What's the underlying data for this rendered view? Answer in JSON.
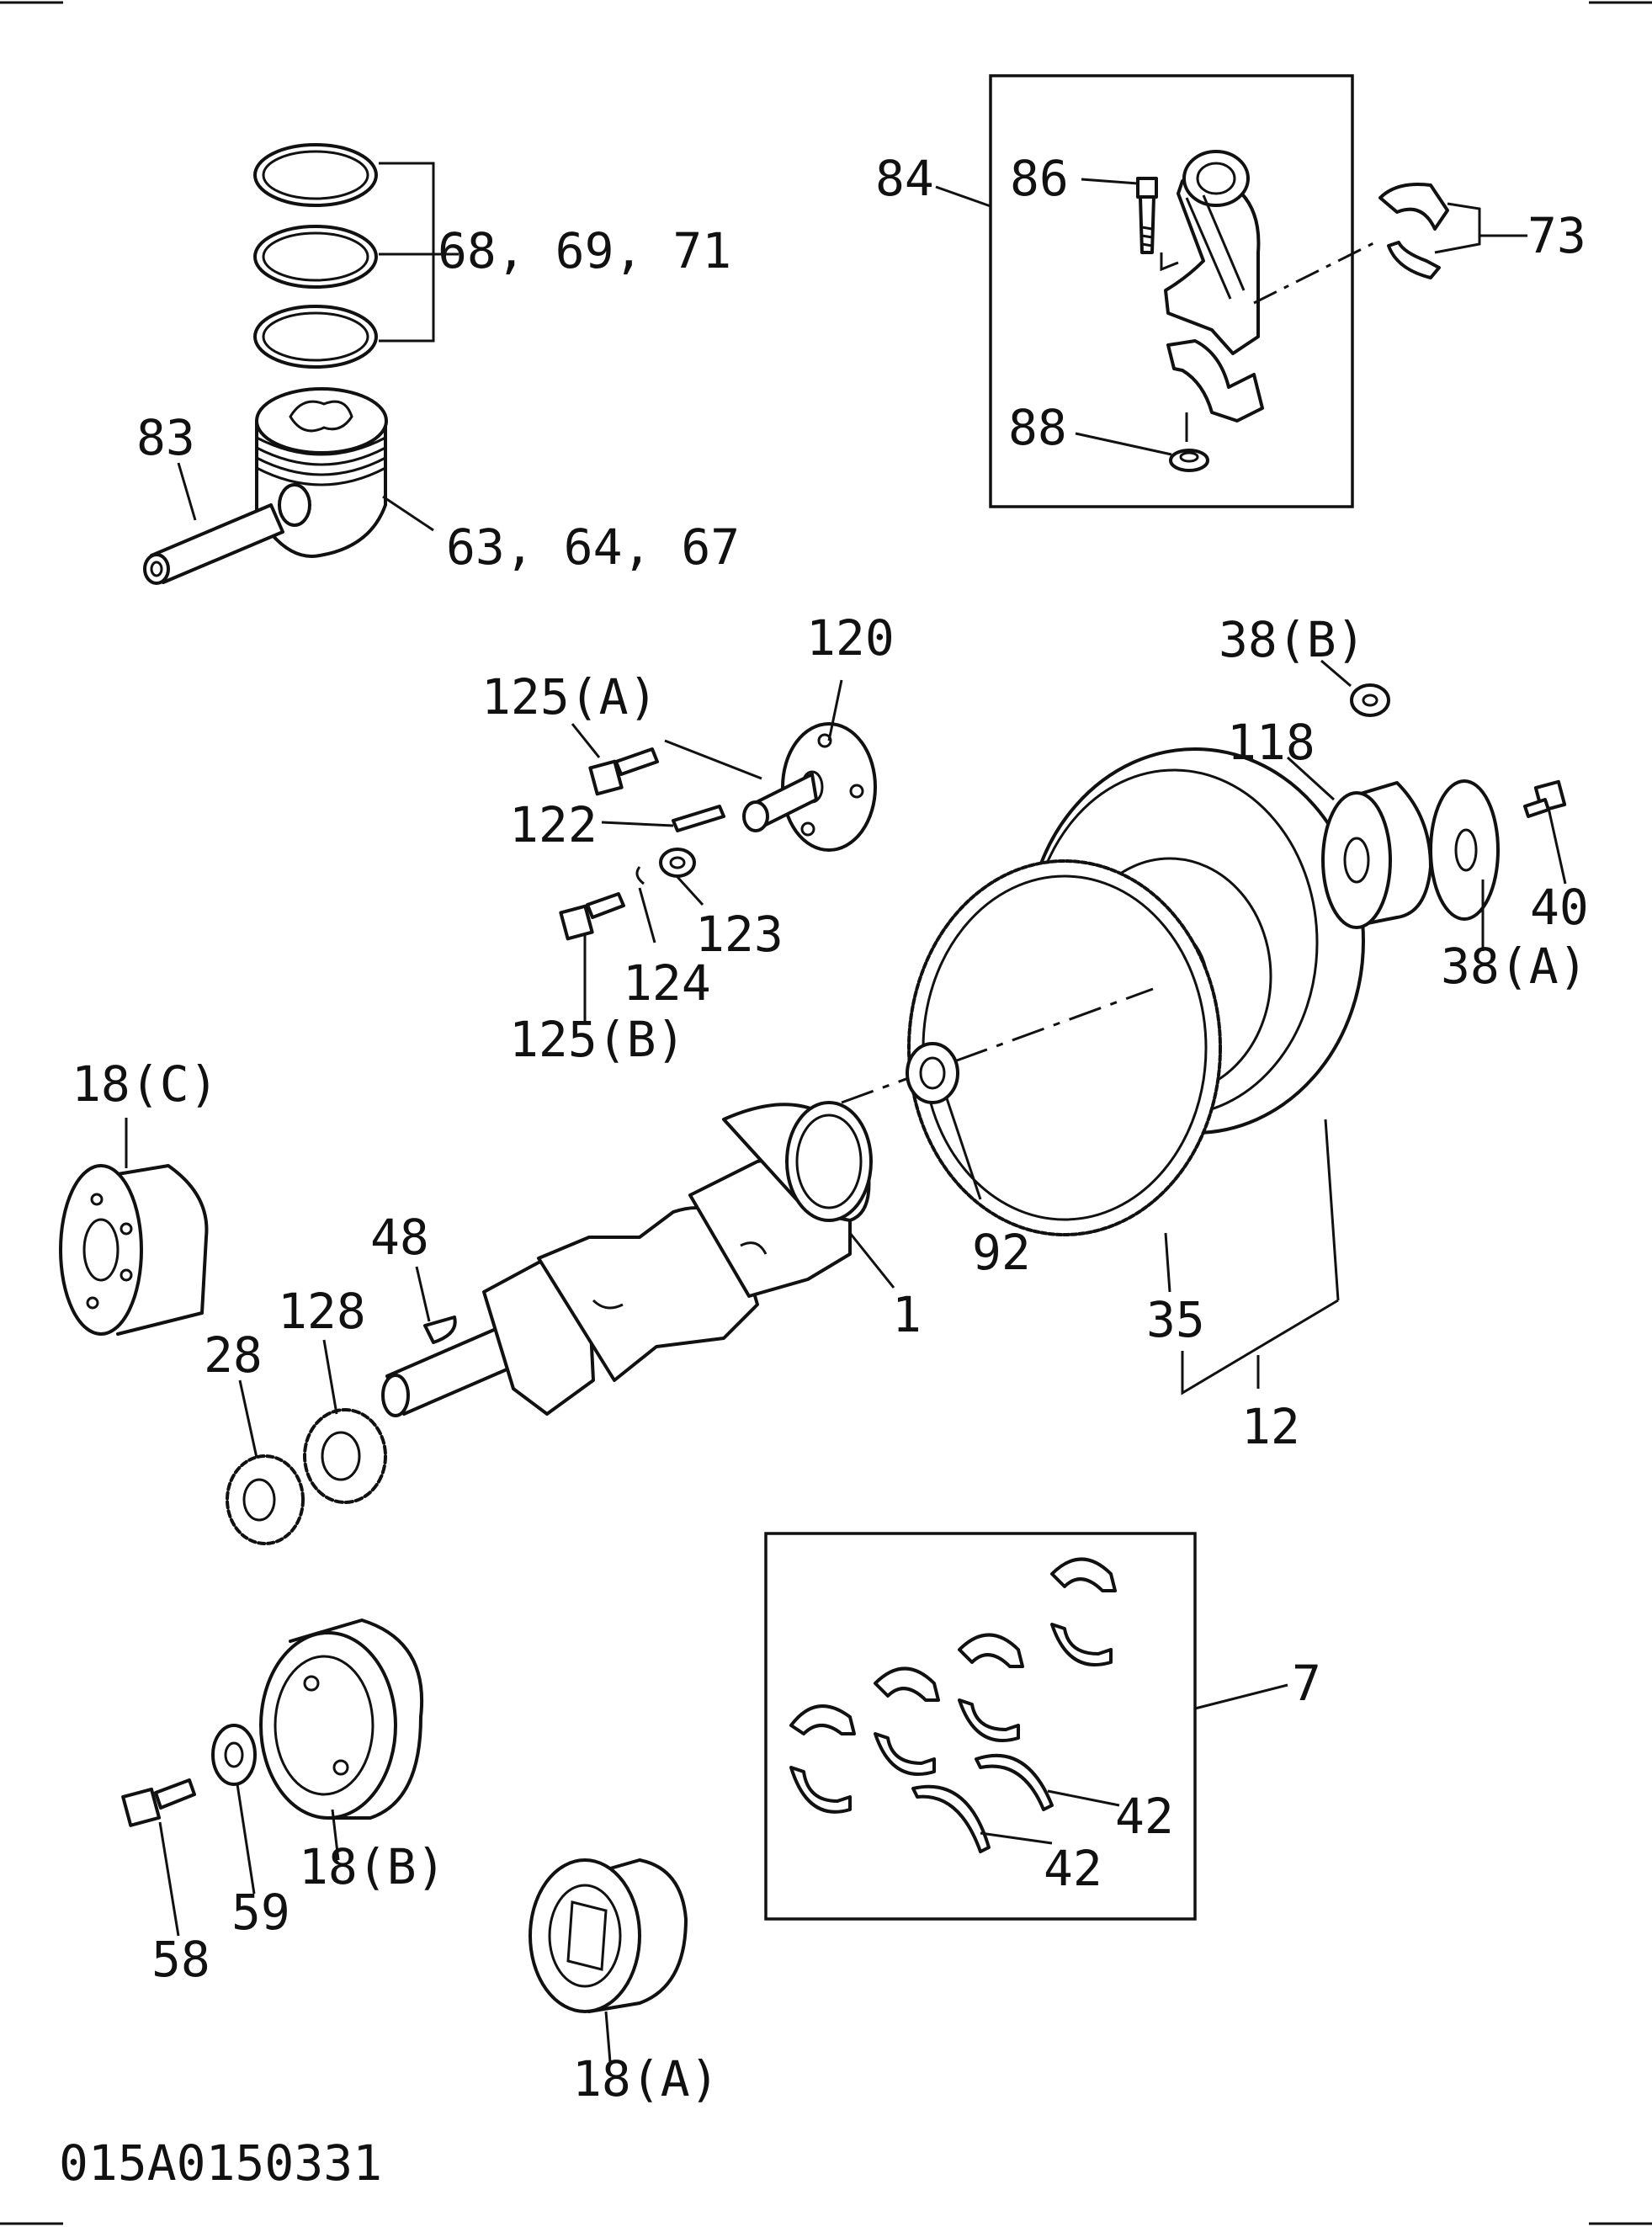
{
  "drawing_id": "015A0150331",
  "callouts": {
    "c1": "1",
    "c7": "7",
    "c12": "12",
    "c18a": "18(A)",
    "c18b": "18(B)",
    "c18c": "18(C)",
    "c28": "28",
    "c35": "35",
    "c38a": "38(A)",
    "c38b": "38(B)",
    "c40": "40",
    "c42a": "42",
    "c42b": "42",
    "c48": "48",
    "c58": "58",
    "c59": "59",
    "c63": "63, 64, 67",
    "c68": "68, 69, 71",
    "c73": "73",
    "c83": "83",
    "c84": "84",
    "c86": "86",
    "c88": "88",
    "c92": "92",
    "c118": "118",
    "c120": "120",
    "c122": "122",
    "c123": "123",
    "c124": "124",
    "c125a": "125(A)",
    "c125b": "125(B)",
    "c128": "128"
  }
}
